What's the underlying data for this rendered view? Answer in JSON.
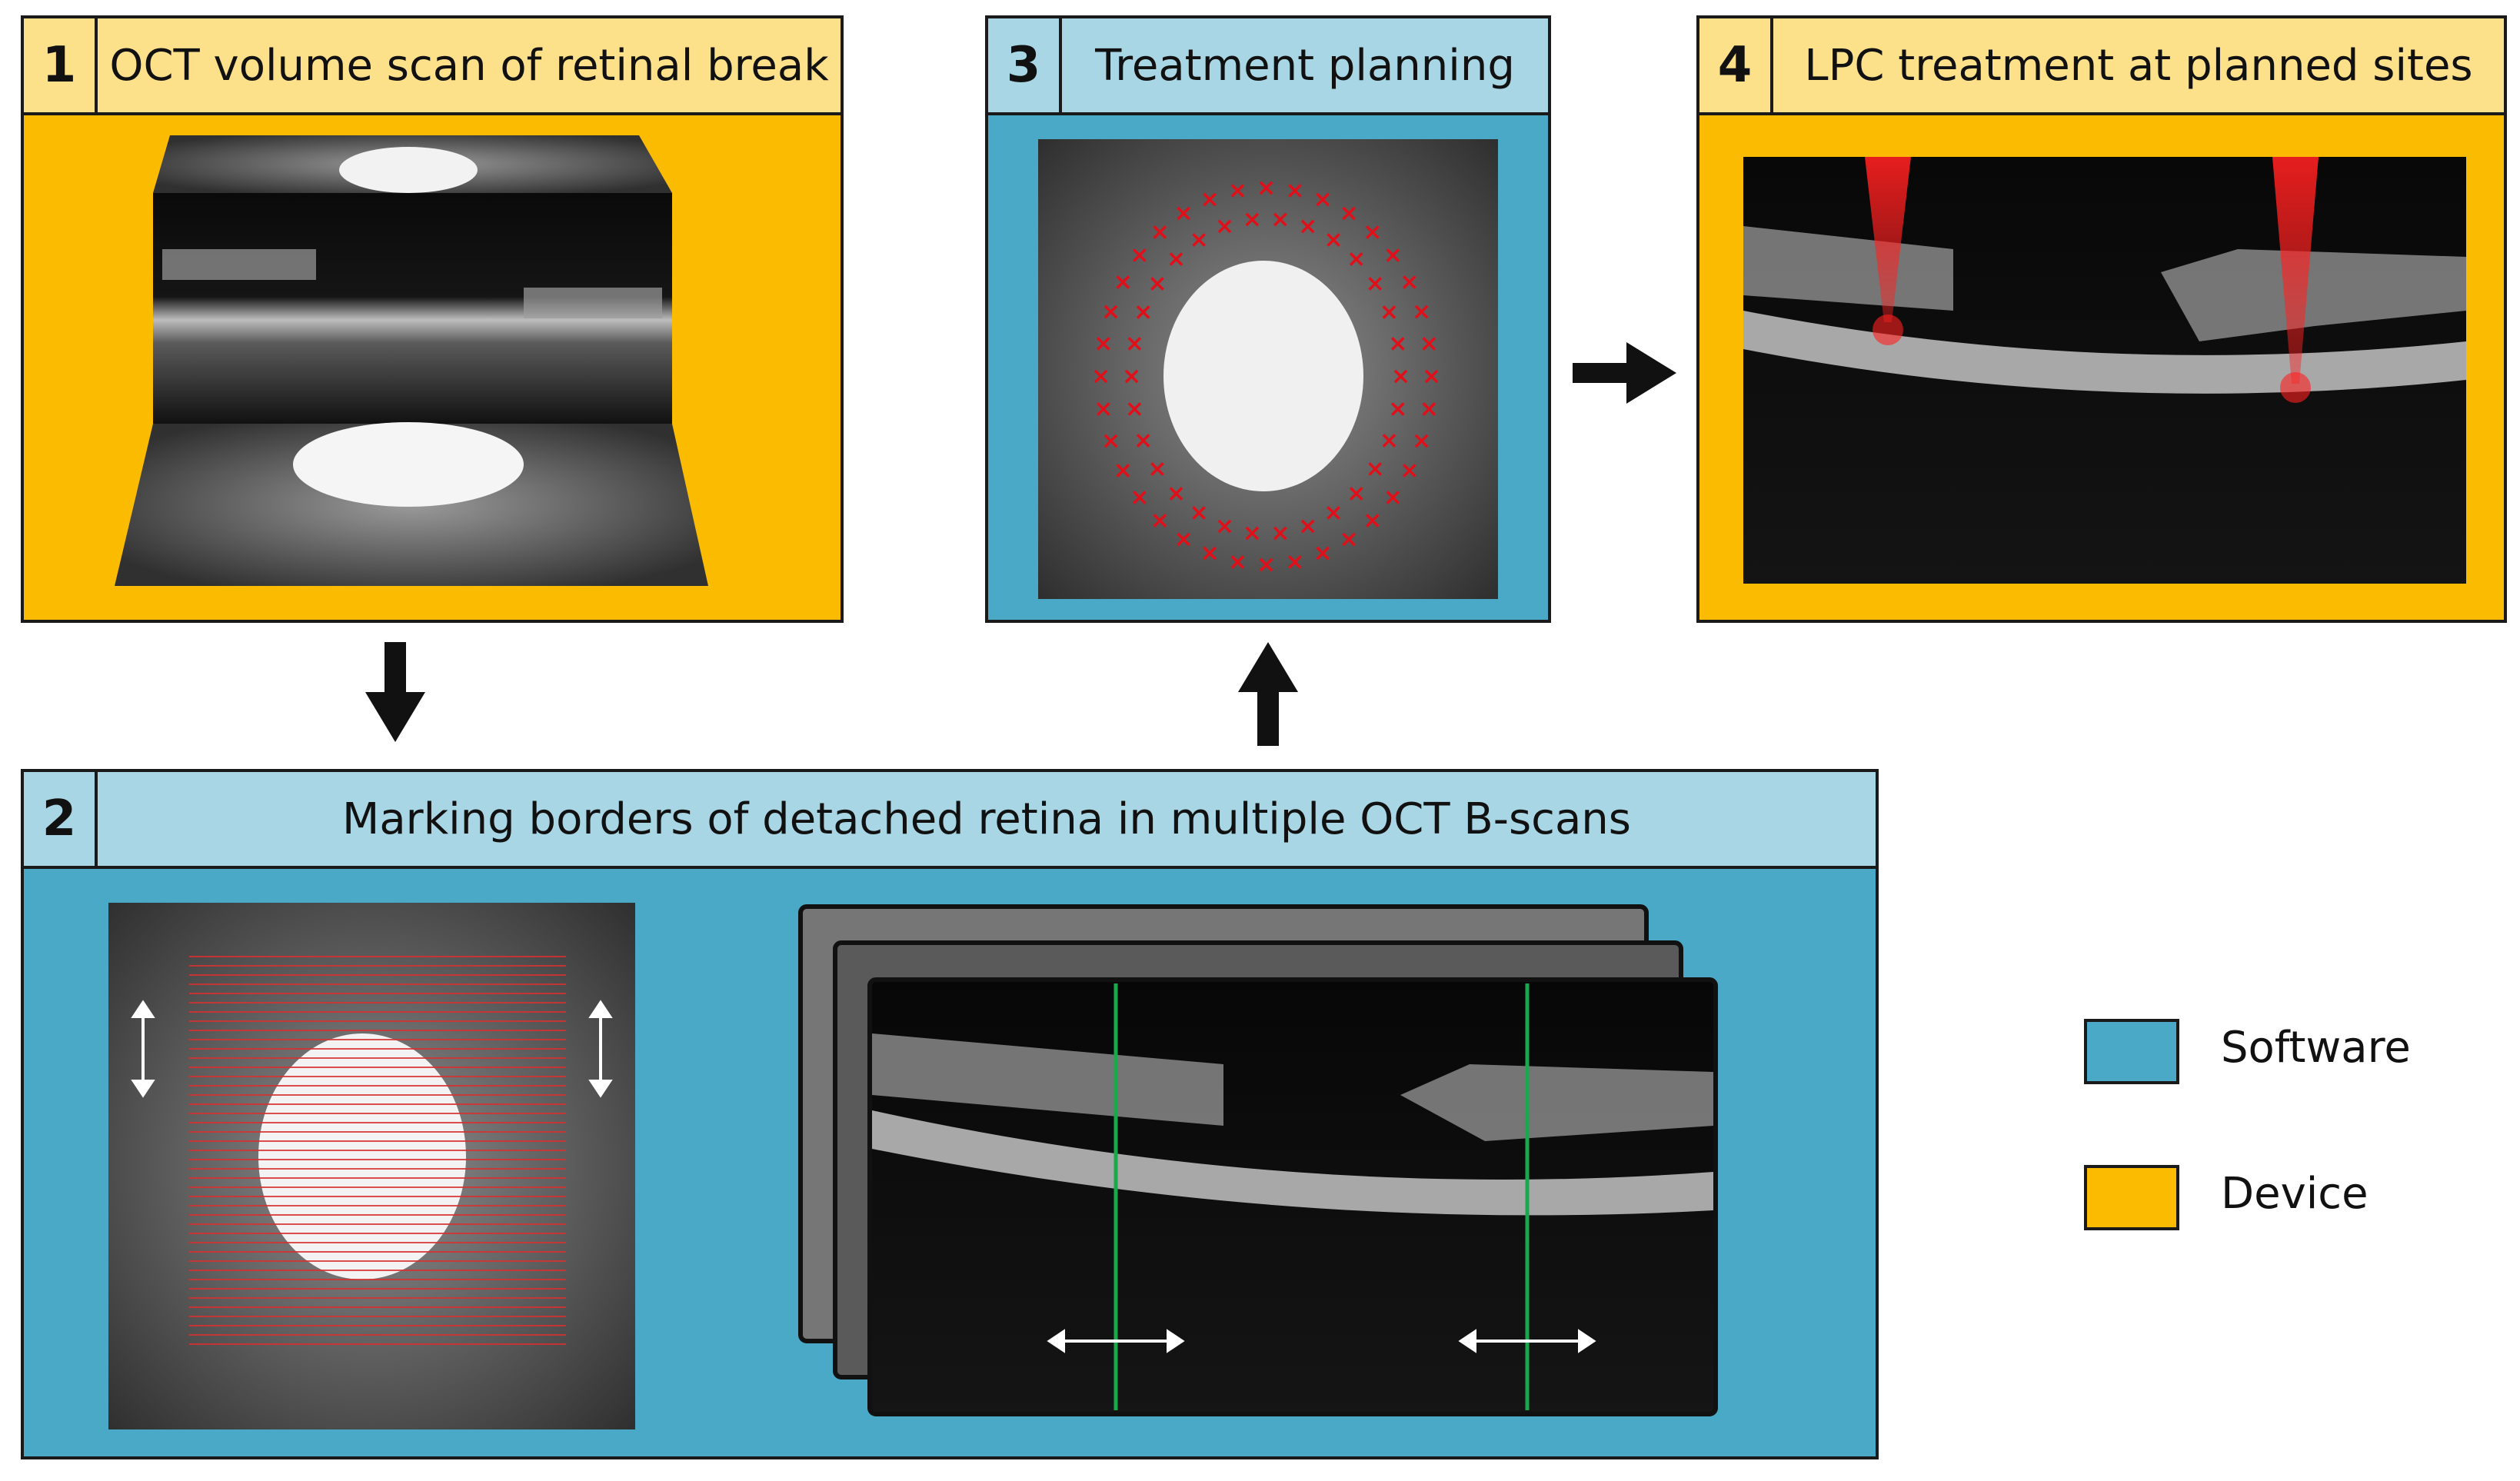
{
  "colors": {
    "software": "#4aa9c6",
    "software_header": "#a8d6e5",
    "device": "#fbbb00",
    "device_header": "#fde08a",
    "laser_marks": "#e0101a",
    "border_lines": "#19a84c"
  },
  "panels": {
    "p1": {
      "number": "1",
      "title": "OCT volume scan of retinal break",
      "type": "device"
    },
    "p2": {
      "number": "2",
      "title": "Marking borders of detached retina in multiple OCT B-scans",
      "type": "software"
    },
    "p3": {
      "number": "3",
      "title": "Treatment planning",
      "type": "software"
    },
    "p4": {
      "number": "4",
      "title": "LPC treatment at planned sites",
      "type": "device"
    }
  },
  "legend": {
    "software_label": "Software",
    "device_label": "Device"
  }
}
